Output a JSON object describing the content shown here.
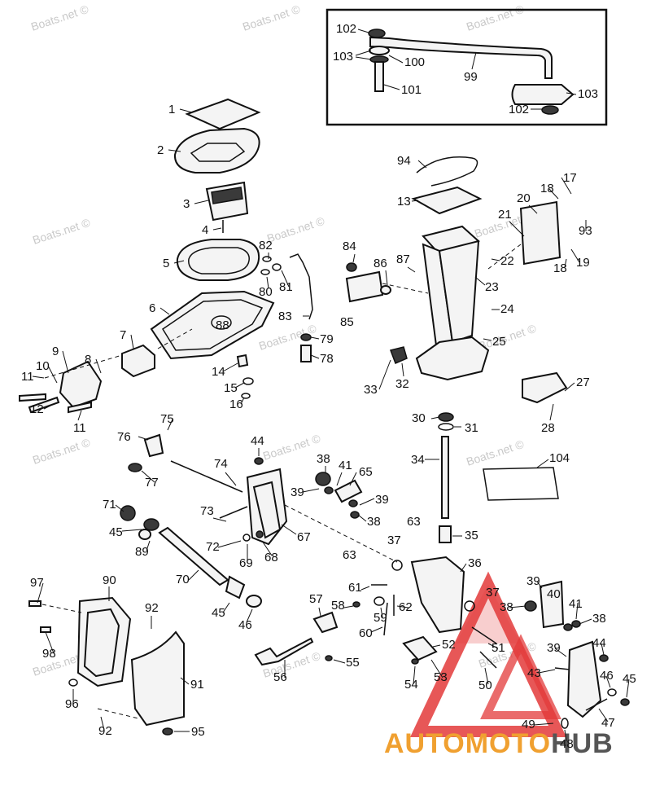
{
  "watermarks": [
    "Boats.net ©",
    "Boats.net ©",
    "Boats.net ©",
    "Boats.net ©",
    "Boats.net ©",
    "Boats.net ©",
    "Boats.net ©",
    "Boats.net ©",
    "Boats.net ©",
    "Boats.net ©",
    "Boats.net ©",
    "Boats.net ©",
    "Boats.net ©",
    "Boats.net ©"
  ],
  "brand": {
    "part1": "AUTOMOTO",
    "part2": "HUB",
    "color_red": "#e33a3a",
    "color_orange": "#f0a030",
    "color_gray": "#555555"
  },
  "callouts": {
    "c102a": "102",
    "c103a": "103",
    "c100": "100",
    "c101": "101",
    "c99": "99",
    "c103b": "103",
    "c102b": "102",
    "c1": "1",
    "c2": "2",
    "c3": "3",
    "c4": "4",
    "c5": "5",
    "c6": "6",
    "c88": "88",
    "c7": "7",
    "c8": "8",
    "c9": "9",
    "c10": "10",
    "c11a": "11",
    "c12": "12",
    "c11b": "11",
    "c14": "14",
    "c15": "15",
    "c16": "16",
    "c82": "82",
    "c80": "80",
    "c81": "81",
    "c83": "83",
    "c79": "79",
    "c78": "78",
    "c94": "94",
    "c13": "13",
    "c84": "84",
    "c86": "86",
    "c87": "87",
    "c85": "85",
    "c23": "23",
    "c22": "22",
    "c24": "24",
    "c25": "25",
    "c32": "32",
    "c33": "33",
    "c18a": "18",
    "c17": "17",
    "c20": "20",
    "c21": "21",
    "c93": "93",
    "c18b": "18",
    "c19": "19",
    "c27": "27",
    "c28": "28",
    "c30": "30",
    "c31": "31",
    "c34": "34",
    "c104": "104",
    "c35": "35",
    "c36": "36",
    "c63a": "63",
    "c63b": "63",
    "c37a": "37",
    "c37b": "37",
    "c75": "75",
    "c76": "76",
    "c77": "77",
    "c74": "74",
    "c44a": "44",
    "c38a": "38",
    "c41a": "41",
    "c65": "65",
    "c39a": "39",
    "c39b": "39",
    "c38b": "38",
    "c71": "71",
    "c45a": "45",
    "c89": "89",
    "c73": "73",
    "c72": "72",
    "c69": "69",
    "c68": "68",
    "c67": "67",
    "c70": "70",
    "c45b": "45",
    "c46a": "46",
    "c97": "97",
    "c90": "90",
    "c92a": "92",
    "c98": "98",
    "c91": "91",
    "c96": "96",
    "c92b": "92",
    "c95": "95",
    "c57": "57",
    "c58": "58",
    "c59": "59",
    "c61": "61",
    "c62": "62",
    "c60": "60",
    "c56": "56",
    "c55": "55",
    "c52": "52",
    "c54": "54",
    "c53": "53",
    "c39c": "39",
    "c40": "40",
    "c38c": "38",
    "c41b": "41",
    "c38d": "38",
    "c39d": "39",
    "c44b": "44",
    "c51": "51",
    "c43": "43",
    "c46b": "46",
    "c45c": "45",
    "c50": "50",
    "c47": "47",
    "c49": "49",
    "c48": "48"
  }
}
